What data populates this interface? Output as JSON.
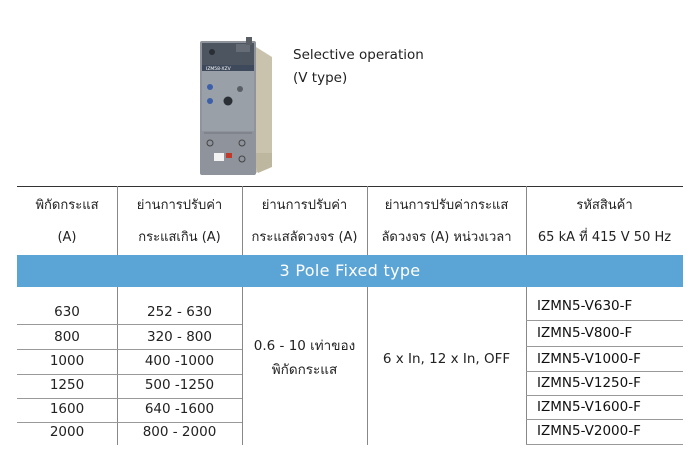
{
  "product": {
    "description_line1": "Selective operation",
    "description_line2": "(V type)"
  },
  "table": {
    "headers": [
      {
        "line1": "พิกัดกระแส",
        "line2": "(A)"
      },
      {
        "line1": "ย่านการปรับค่า",
        "line2": "กระแสเกิน (A)"
      },
      {
        "line1": "ย่านการปรับค่า",
        "line2": "กระแสลัดวงจร (A)"
      },
      {
        "line1": "ย่านการปรับค่ากระแส",
        "line2": "ลัดวงจร (A) หน่วงเวลา"
      },
      {
        "line1": "รหัสสินค้า",
        "line2": "65 kA ที่ 415 V 50 Hz"
      }
    ],
    "section_title": "3 Pole Fixed type",
    "rows": [
      {
        "rating": "630",
        "overload": "252 - 630",
        "code": "IZMN5-V630-F"
      },
      {
        "rating": "800",
        "overload": "320 - 800",
        "code": "IZMN5-V800-F"
      },
      {
        "rating": "1000",
        "overload": "400 -1000",
        "code": "IZMN5-V1000-F"
      },
      {
        "rating": "1250",
        "overload": "500 -1250",
        "code": "IZMN5-V1250-F"
      },
      {
        "rating": "1600",
        "overload": "640 -1600",
        "code": "IZMN5-V1600-F"
      },
      {
        "rating": "2000",
        "overload": "800 - 2000",
        "code": "IZMN5-V2000-F"
      }
    ],
    "short_circuit_line1": "0.6 - 10 เท่าของ",
    "short_circuit_line2": "พิกัดกระแส",
    "delay": "6 x In, 12 x In, OFF"
  },
  "device": {
    "label": "IZM58-XZV"
  }
}
